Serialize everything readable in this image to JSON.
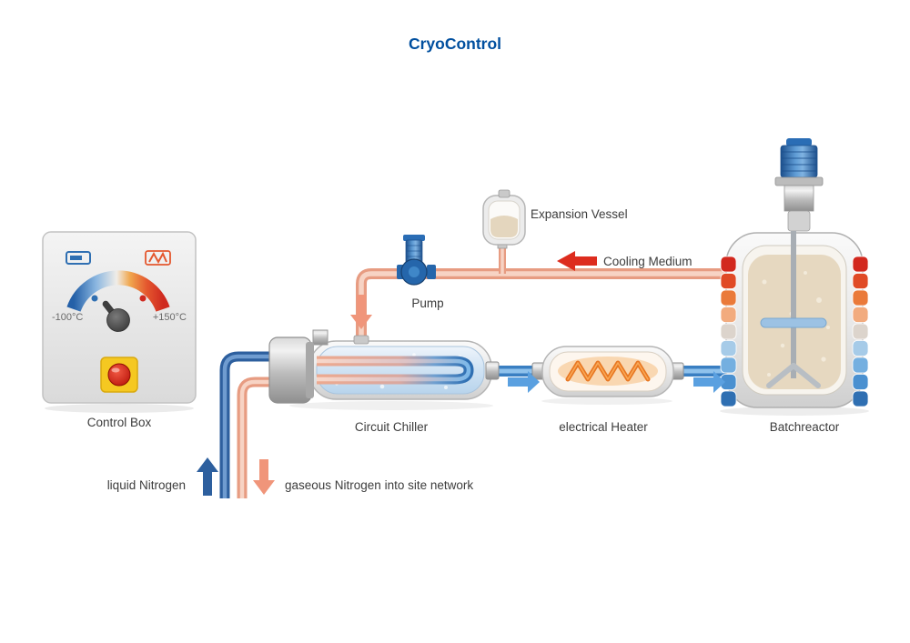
{
  "title": "CryoControl",
  "labels": {
    "control_box": "Control Box",
    "pump": "Pump",
    "expansion_vessel": "Expansion Vessel",
    "cooling_medium": "Cooling Medium",
    "circuit_chiller": "Circuit Chiller",
    "electrical_heater": "electrical Heater",
    "batchreactor": "Batchreactor",
    "liquid_nitrogen": "liquid Nitrogen",
    "gaseous_nitrogen": "gaseous Nitrogen into site network"
  },
  "control_box": {
    "temp_min": "-100°C",
    "temp_max": "+150°C"
  },
  "colors": {
    "title_blue": "#004f9f",
    "label_gray": "#3c3c3c",
    "warm_pipe": "#e79c82",
    "cold_pipe": "#3a7fc2",
    "red_arrow": "#dd2c1e",
    "flow_arrow_blue": "#5aa0e0",
    "heater_coil_orange": "#e87722",
    "emergency_button_red": "#c4170c",
    "emergency_pad_yellow": "#f5c821"
  }
}
